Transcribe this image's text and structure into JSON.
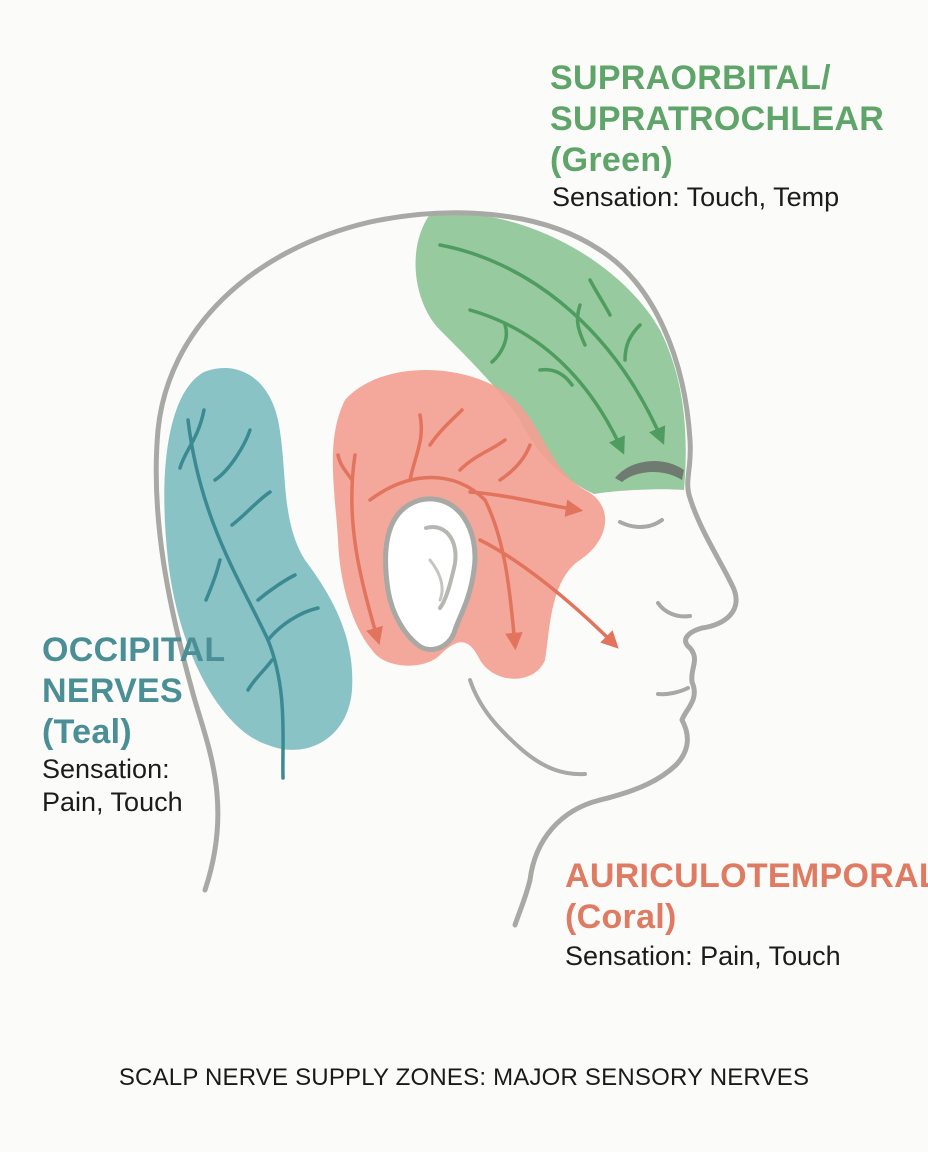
{
  "zones": {
    "supraorbital": {
      "name": "SUPRAORBITAL/\nSUPRATROCHLEAR\n(Green)",
      "sensation": "Sensation: Touch, Temp",
      "color": "#8cc493",
      "nerve_color": "#4f9c60",
      "label_color": "#5fa468"
    },
    "occipital": {
      "name": "OCCIPITAL\nNERVES\n(Teal)",
      "sensation": "Sensation:\nPain, Touch",
      "color": "#7cbcc0",
      "nerve_color": "#3b8a92",
      "label_color": "#4b8f96"
    },
    "auriculotemporal": {
      "name": "AURICULOTEMPORAL\n(Coral)",
      "sensation": "Sensation: Pain, Touch",
      "color": "#f2a193",
      "nerve_color": "#e2735d",
      "label_color": "#e07b63"
    }
  },
  "outline_color": "#a8a8a4",
  "caption": "SCALP NERVE SUPPLY ZONES: MAJOR SENSORY NERVES"
}
